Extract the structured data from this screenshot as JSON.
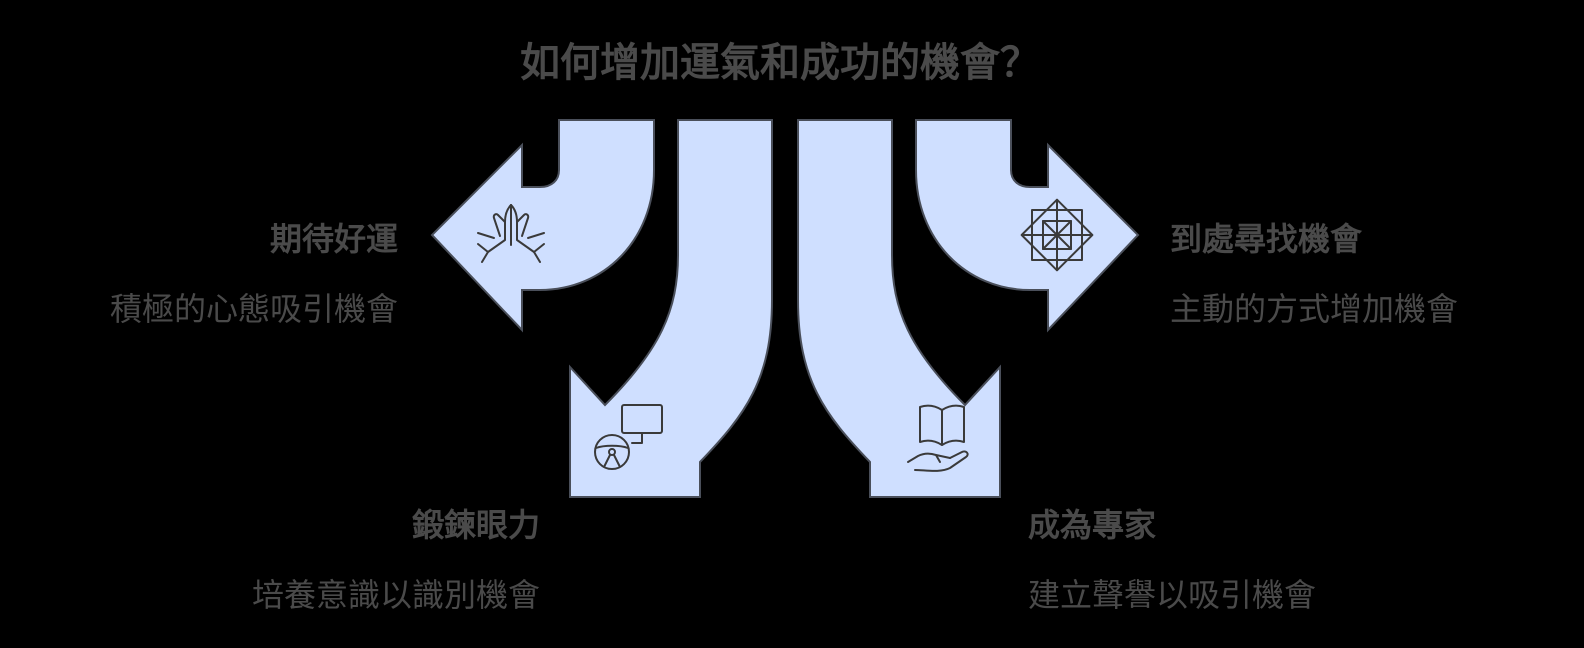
{
  "title": "如何增加運氣和成功的機會？",
  "branches": {
    "top_left": {
      "heading": "期待好運",
      "description": "積極的心態吸引機會",
      "icon": "praying-hands-icon"
    },
    "top_right": {
      "heading": "到處尋找機會",
      "description": "主動的方式增加機會",
      "icon": "geometric-star-icon"
    },
    "bottom_left": {
      "heading": "鍛鍊眼力",
      "description": "培養意識以識別機會",
      "icon": "steering-wheel-screen-icon"
    },
    "bottom_right": {
      "heading": "成為專家",
      "description": "建立聲譽以吸引機會",
      "icon": "book-in-hand-icon"
    }
  },
  "colors": {
    "background": "#000000",
    "arrow_fill": "#cfdfff",
    "arrow_stroke": "#4a4f5a",
    "text": "#4a4a4a"
  }
}
